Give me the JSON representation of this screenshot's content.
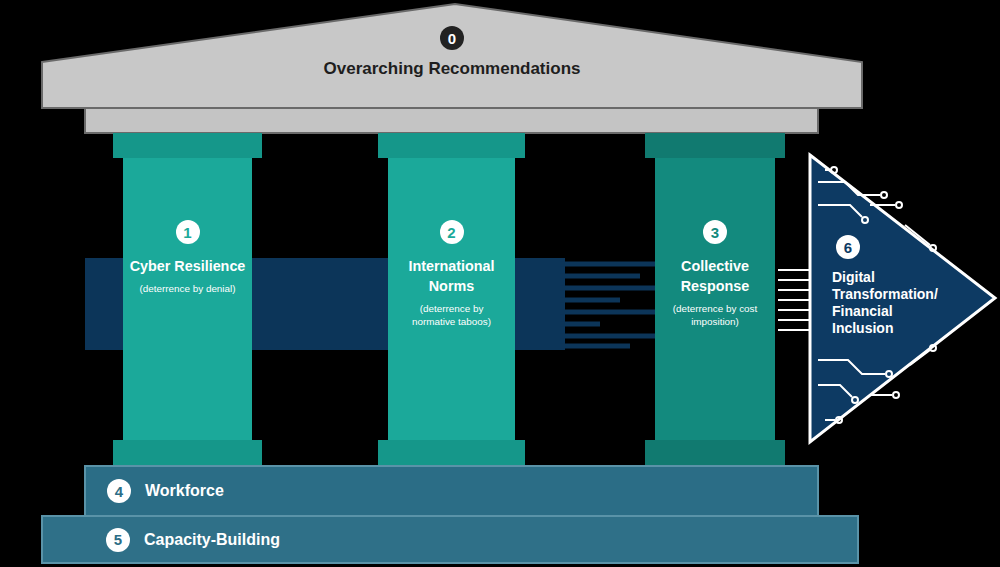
{
  "diagram": {
    "nodes": [
      {
        "text": [
          "Overarching Recommendations"
        ]
      },
      {
        "text": [
          "0"
        ],
        "in": 0
      },
      {
        "text": [
          "Cyber Resilience",
          "(deterrence by denial)"
        ]
      },
      {
        "text": [
          "1"
        ],
        "in": 2
      },
      {
        "text": [
          "International Norms",
          "(deterrence by normative taboos)"
        ]
      },
      {
        "text": [
          "2"
        ],
        "in": 4
      },
      {
        "text": [
          "Collective Response",
          "(deterrence by cost imposition)"
        ]
      },
      {
        "text": [
          "3"
        ],
        "in": 6
      },
      {
        "text": [
          "Digital Transformation/ Financial Inclusion"
        ]
      },
      {
        "text": [
          "6"
        ],
        "in": 8
      },
      {
        "text": [
          "Workforce"
        ]
      },
      {
        "text": [
          "4"
        ],
        "in": 10
      },
      {
        "text": [
          "Capacity-Building"
        ]
      },
      {
        "text": [
          "5"
        ],
        "in": 12
      }
    ]
  }
}
